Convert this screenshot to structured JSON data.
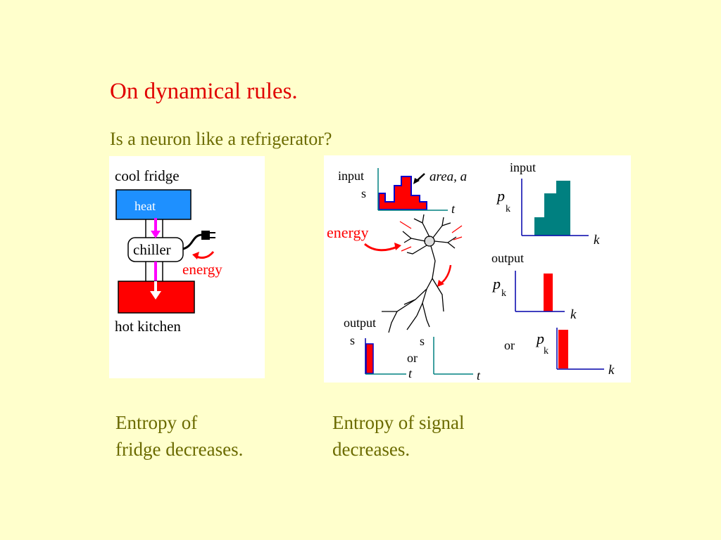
{
  "slide": {
    "title": "On dynamical rules.",
    "subtitle": "Is a neuron like a refrigerator?",
    "caption_left": [
      "Entropy of",
      "fridge decreases."
    ],
    "caption_right": [
      "Entropy of signal",
      "decreases."
    ]
  },
  "fridge": {
    "cool_label": "cool fridge",
    "heat_label": "heat",
    "chiller_label": "chiller",
    "energy_label": "energy",
    "hot_label": "hot kitchen"
  },
  "neuron": {
    "input_label": "input",
    "s_label": "s",
    "t_label": "t",
    "area_label": "area, a",
    "energy_label": "energy",
    "output_label": "output",
    "or_label": "or",
    "input_dist_label": "input",
    "output_dist_label": "output",
    "p_label": "p",
    "k_sub": "k",
    "k_axis_label": "k"
  },
  "colors": {
    "background": "#ffffcc",
    "title": "#e00000",
    "olive_text": "#6b6b00",
    "cool_box": "#1e90ff",
    "hot_box": "#ff0000",
    "arrow_magenta": "#ff00ff",
    "teal_bars": "#008080",
    "red_bars": "#ff0000",
    "axis_blue": "#0000aa",
    "axis_teal": "#008080"
  }
}
